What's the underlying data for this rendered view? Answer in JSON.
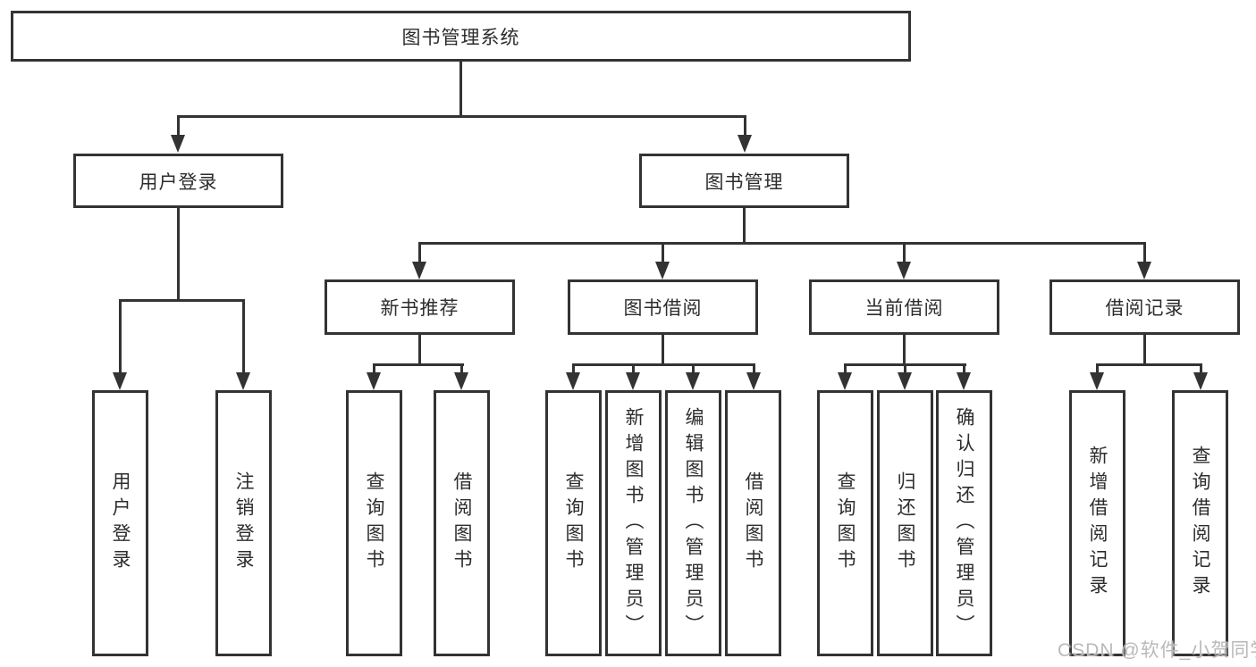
{
  "diagram": {
    "type": "hierarchy-tree",
    "root": {
      "label": "图书管理系统"
    },
    "level1": [
      {
        "label": "用户登录"
      },
      {
        "label": "图书管理"
      }
    ],
    "level2": [
      {
        "label": "新书推荐",
        "parent": "图书管理"
      },
      {
        "label": "图书借阅",
        "parent": "图书管理"
      },
      {
        "label": "当前借阅",
        "parent": "图书管理"
      },
      {
        "label": "借阅记录",
        "parent": "图书管理"
      }
    ],
    "leaves": [
      {
        "label": "用户登录",
        "parent": "用户登录"
      },
      {
        "label": "注销登录",
        "parent": "用户登录"
      },
      {
        "label": "查询图书",
        "parent": "新书推荐"
      },
      {
        "label": "借阅图书",
        "parent": "新书推荐"
      },
      {
        "label": "查询图书",
        "parent": "图书借阅"
      },
      {
        "label": "新增图书（管理员）",
        "parent": "图书借阅"
      },
      {
        "label": "编辑图书（管理员）",
        "parent": "图书借阅"
      },
      {
        "label": "借阅图书",
        "parent": "图书借阅"
      },
      {
        "label": "查询图书",
        "parent": "当前借阅"
      },
      {
        "label": "归还图书",
        "parent": "当前借阅"
      },
      {
        "label": "确认归还（管理员）",
        "parent": "当前借阅"
      },
      {
        "label": "新增借阅记录",
        "parent": "借阅记录"
      },
      {
        "label": "查询借阅记录",
        "parent": "借阅记录"
      }
    ],
    "colors": {
      "line": "#333333",
      "text": "#2d2d2d",
      "background": "#ffffff",
      "watermark": "#b9b9b9"
    }
  },
  "watermark": {
    "text": "CSDN @软件_小贺同学"
  }
}
